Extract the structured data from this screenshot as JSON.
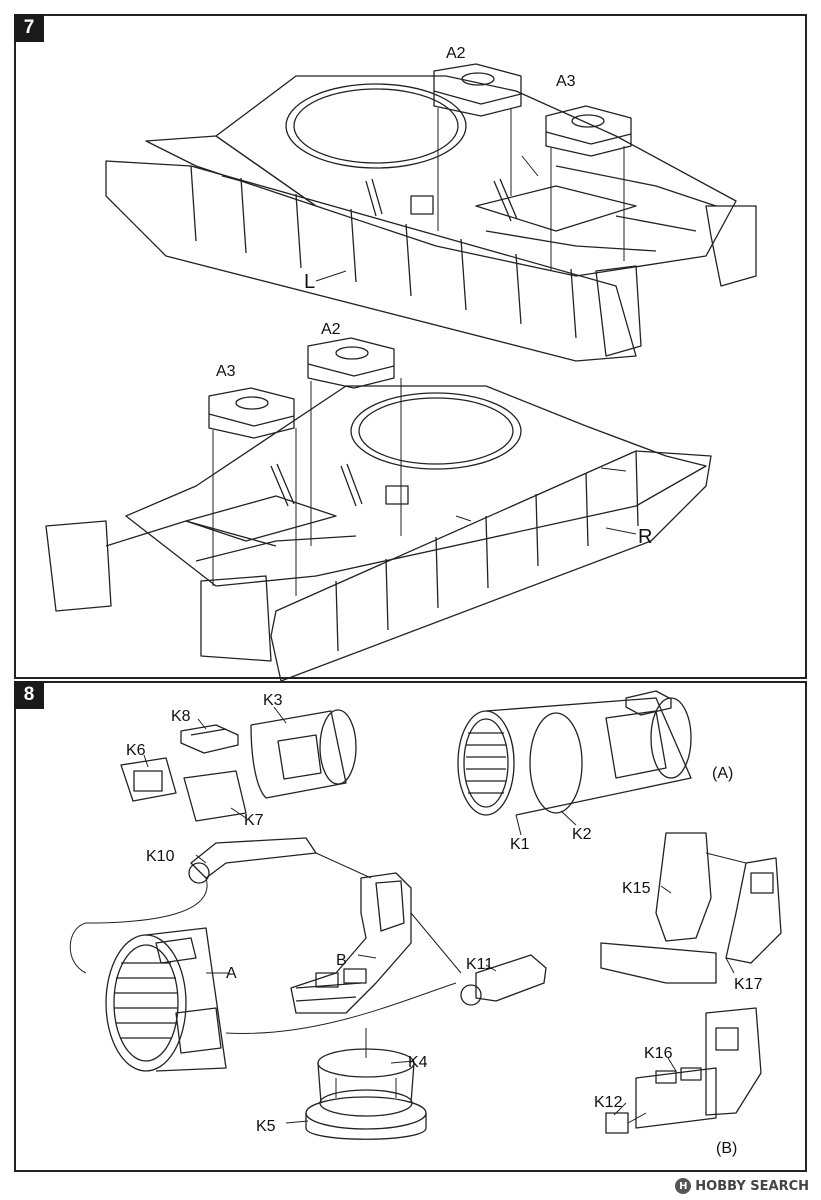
{
  "step7": {
    "number": "7",
    "labels": {
      "a2_top": "A2",
      "a3_top": "A3",
      "left": "L",
      "a2_bottom": "A2",
      "a3_bottom": "A3",
      "right": "R"
    }
  },
  "step8": {
    "number": "8",
    "labels": {
      "k8": "K8",
      "k3": "K3",
      "k6": "K6",
      "k7": "K7",
      "k1": "K1",
      "k2": "K2",
      "sub_a": "(A)",
      "k10": "K10",
      "b": "B",
      "a": "A",
      "k11": "K11",
      "k4": "K4",
      "k5": "K5",
      "k15": "K15",
      "k17": "K17",
      "k16": "K16",
      "k12": "K12",
      "sub_b": "(B)"
    }
  },
  "watermark": {
    "logo_letter": "H",
    "text": "HOBBY SEARCH"
  }
}
